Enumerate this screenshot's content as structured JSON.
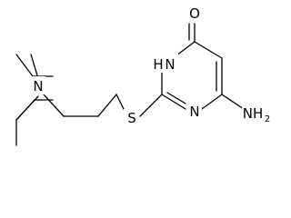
{
  "molecule": {
    "atoms": {
      "O": "O",
      "NH": "H",
      "NH_N": "N",
      "N_ring": "N",
      "S": "S",
      "N_amine": "N",
      "NH2_N": "NH",
      "NH2_sub": "2"
    }
  },
  "colors": {
    "ink": "#000000",
    "background": "#ffffff"
  }
}
